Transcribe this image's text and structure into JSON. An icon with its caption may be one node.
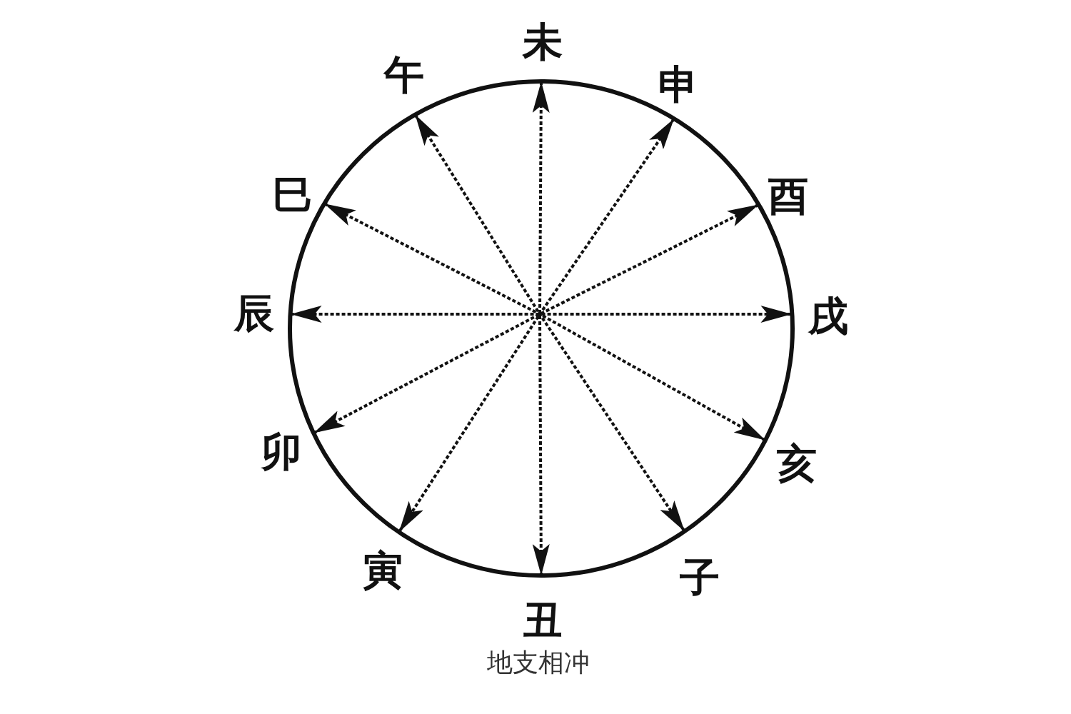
{
  "diagram": {
    "caption": "地支相冲",
    "nodes": [
      {
        "text": [
          "未"
        ]
      },
      {
        "text": [
          "午"
        ]
      },
      {
        "text": [
          "申"
        ]
      },
      {
        "text": [
          "巳"
        ]
      },
      {
        "text": [
          "酉"
        ]
      },
      {
        "text": [
          "辰"
        ]
      },
      {
        "text": [
          "戌"
        ]
      },
      {
        "text": [
          "卯"
        ]
      },
      {
        "text": [
          "亥"
        ]
      },
      {
        "text": [
          "寅"
        ]
      },
      {
        "text": [
          "子"
        ]
      },
      {
        "text": [
          "丑"
        ]
      }
    ],
    "edges": [
      {
        "from": 0,
        "to": 11,
        "arrow": "both",
        "style": "dashed"
      },
      {
        "from": 1,
        "to": 10,
        "arrow": "both",
        "style": "dashed"
      },
      {
        "from": 2,
        "to": 9,
        "arrow": "both",
        "style": "dashed"
      },
      {
        "from": 3,
        "to": 8,
        "arrow": "both",
        "style": "dashed"
      },
      {
        "from": 4,
        "to": 7,
        "arrow": "both",
        "style": "dashed"
      },
      {
        "from": 5,
        "to": 6,
        "arrow": "both",
        "style": "dashed"
      }
    ]
  }
}
